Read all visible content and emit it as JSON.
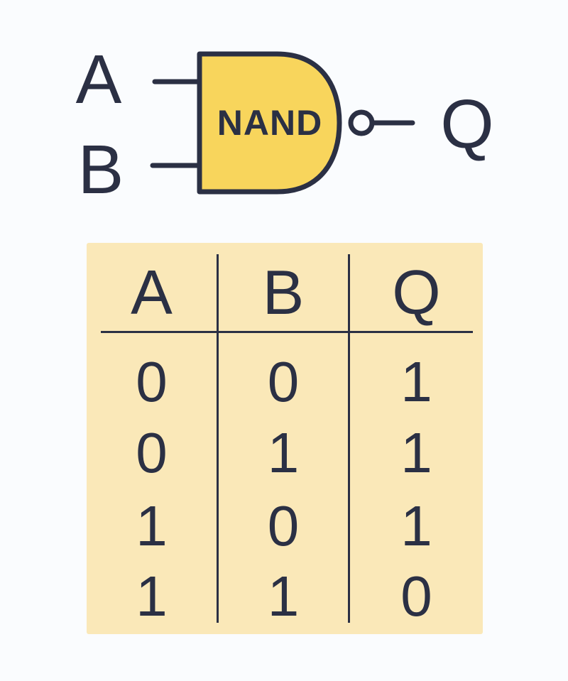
{
  "diagram": {
    "gate_label": "NAND",
    "inputs": {
      "a": "A",
      "b": "B"
    },
    "output": "Q"
  },
  "truth_table": {
    "headers": [
      "A",
      "B",
      "Q"
    ],
    "rows": [
      [
        "0",
        "0",
        "1"
      ],
      [
        "0",
        "1",
        "1"
      ],
      [
        "1",
        "0",
        "1"
      ],
      [
        "1",
        "1",
        "0"
      ]
    ]
  },
  "colors": {
    "gate_fill": "#F8D55C",
    "table_fill": "#FAE8B8",
    "ink": "#2B3044",
    "background": "#FAFCFE"
  }
}
